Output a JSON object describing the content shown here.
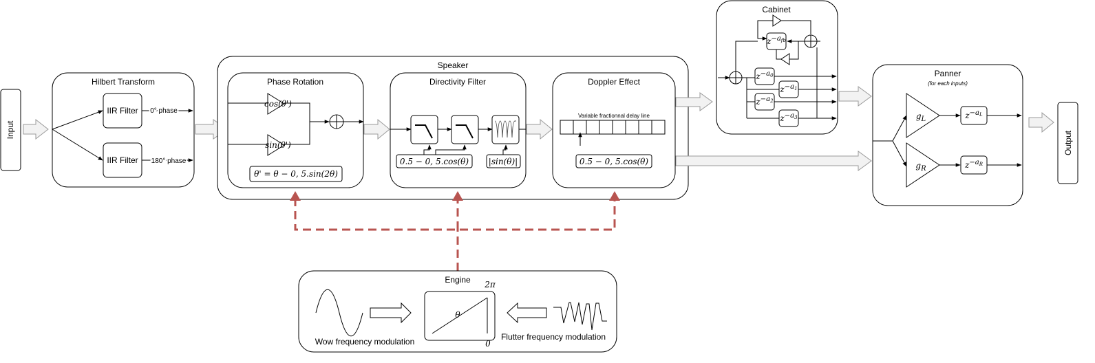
{
  "input": {
    "label": "Input"
  },
  "output": {
    "label": "Output"
  },
  "hilbert": {
    "title": "Hilbert Transform",
    "filter_top": "IIR Filter",
    "filter_bottom": "IIR Filter",
    "phase_top": "0° phase",
    "phase_bottom": "180° phase"
  },
  "speaker": {
    "title": "Speaker",
    "phase_rotation": {
      "title": "Phase Rotation",
      "cos_gain": "cos(θ')",
      "sin_gain": "sin(θ')",
      "formula": "θ' = θ − 0, 5.sin(2θ)"
    },
    "directivity": {
      "title": "Directivity Filter",
      "formula_left": "0.5 − 0, 5.cos(θ)",
      "formula_right": "|sin(θ)|"
    },
    "doppler": {
      "title": "Doppler Effect",
      "delay_label": "Variable fractionnal delay line",
      "formula": "0.5 − 0, 5.cos(θ)"
    }
  },
  "cabinet": {
    "title": "Cabinet",
    "delay_fb": "z",
    "delay_fb_exp": "−a",
    "delay_fb_sub": "fb",
    "taps": [
      {
        "base": "z",
        "exp": "−a",
        "sub": "0"
      },
      {
        "base": "z",
        "exp": "−a",
        "sub": "1"
      },
      {
        "base": "z",
        "exp": "−a",
        "sub": "2"
      },
      {
        "base": "z",
        "exp": "−a",
        "sub": "3"
      }
    ]
  },
  "panner": {
    "title": "Panner",
    "subtitle": "(for each inputs)",
    "gain_left": "g",
    "gain_left_sub": "L",
    "gain_right": "g",
    "gain_right_sub": "R",
    "delay_left": "z",
    "delay_left_exp": "−a",
    "delay_left_sub": "L",
    "delay_right": "z",
    "delay_right_exp": "−a",
    "delay_right_sub": "R"
  },
  "engine": {
    "title": "Engine",
    "wow_label": "Wow frequency modulation",
    "flutter_label": "Flutter frequency modulation",
    "theta": "θ",
    "max_label": "2π",
    "min_label": "0"
  },
  "colors": {
    "modulation": "#b85450",
    "flow_arrow_fill": "#f2f2f2",
    "flow_arrow_stroke": "#9a9a9a"
  }
}
